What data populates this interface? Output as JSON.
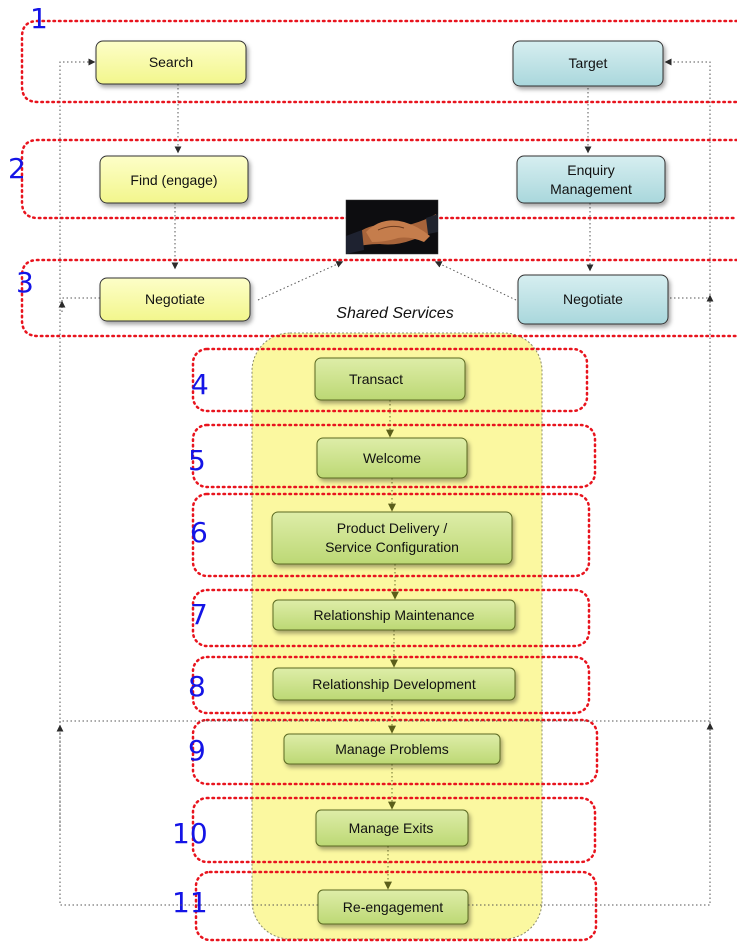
{
  "stages": [
    "1",
    "2",
    "3",
    "4",
    "5",
    "6",
    "7",
    "8",
    "9",
    "10",
    "11"
  ],
  "left_column": {
    "search": "Search",
    "find": "Find (engage)",
    "negotiate": "Negotiate"
  },
  "right_column": {
    "target": "Target",
    "enquiry_line1": "Enquiry",
    "enquiry_line2": "Management",
    "negotiate": "Negotiate"
  },
  "shared_services": "Shared Services",
  "process_steps": {
    "transact": "Transact",
    "welcome": "Welcome",
    "product_delivery_line1": "Product Delivery /",
    "product_delivery_line2": "Service Configuration",
    "relationship_maintenance": "Relationship Maintenance",
    "relationship_development": "Relationship Development",
    "manage_problems": "Manage Problems",
    "manage_exits": "Manage Exits",
    "re_engagement": "Re-engagement"
  },
  "colors": {
    "stage_number": "#1414e6",
    "stage_outline": "#e8141e",
    "left_box_fill": "#fbfca8",
    "right_box_fill": "#bfe3e6",
    "process_box_fill": "#cfe48f",
    "shared_panel_fill": "#fbf8a0"
  },
  "icons": [
    "handshake-icon"
  ]
}
